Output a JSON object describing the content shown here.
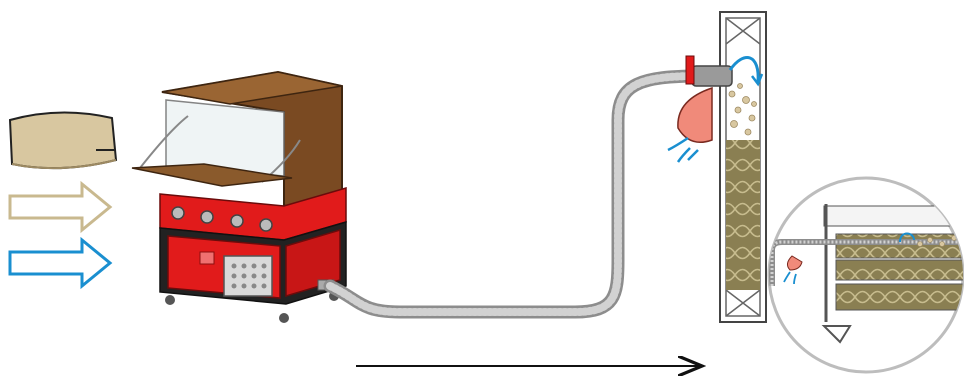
{
  "diagram": {
    "legend": [
      {
        "name": "insulation-bale",
        "color": "#d8c7a0"
      },
      {
        "name": "material-flow",
        "color": "#c9b98f"
      },
      {
        "name": "air-flow",
        "color": "#1a8fd0"
      }
    ],
    "machine": {
      "body_color": "#e11b1b",
      "hood_color": "#7a4a22",
      "frame_color": "#222222"
    },
    "hose_color": "#b8b8b8",
    "wall_fill_color": "#8a7f52",
    "direction": "left-to-right"
  }
}
